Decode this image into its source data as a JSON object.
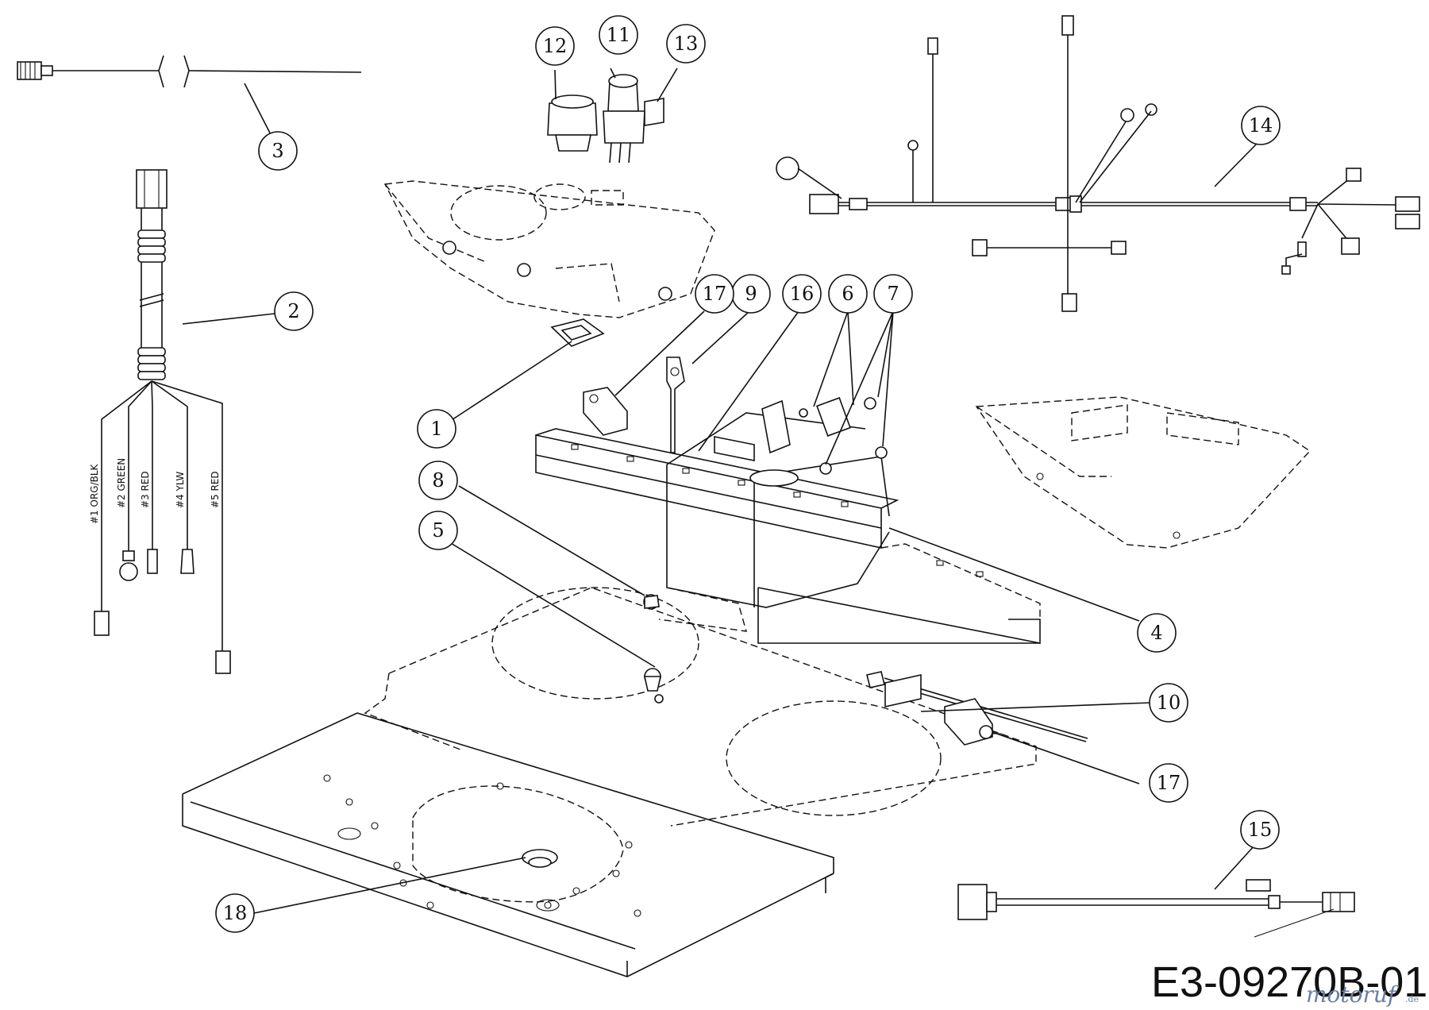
{
  "diagram": {
    "callouts": [
      {
        "label": "1"
      },
      {
        "label": "2"
      },
      {
        "label": "3"
      },
      {
        "label": "4"
      },
      {
        "label": "5"
      },
      {
        "label": "6"
      },
      {
        "label": "7"
      },
      {
        "label": "8"
      },
      {
        "label": "9"
      },
      {
        "label": "10"
      },
      {
        "label": "11"
      },
      {
        "label": "12"
      },
      {
        "label": "13"
      },
      {
        "label": "14"
      },
      {
        "label": "15"
      },
      {
        "label": "16"
      },
      {
        "label": "17"
      },
      {
        "label": "17"
      },
      {
        "label": "18"
      }
    ],
    "wire_labels": [
      "#1 ORG/BLK",
      "#2 GREEN",
      "#3 RED",
      "#4 YLW",
      "#5 RED"
    ],
    "drawing_code": "E3-09270B-01",
    "watermark": {
      "brand": "motoruf",
      "suffix": ".de"
    }
  }
}
